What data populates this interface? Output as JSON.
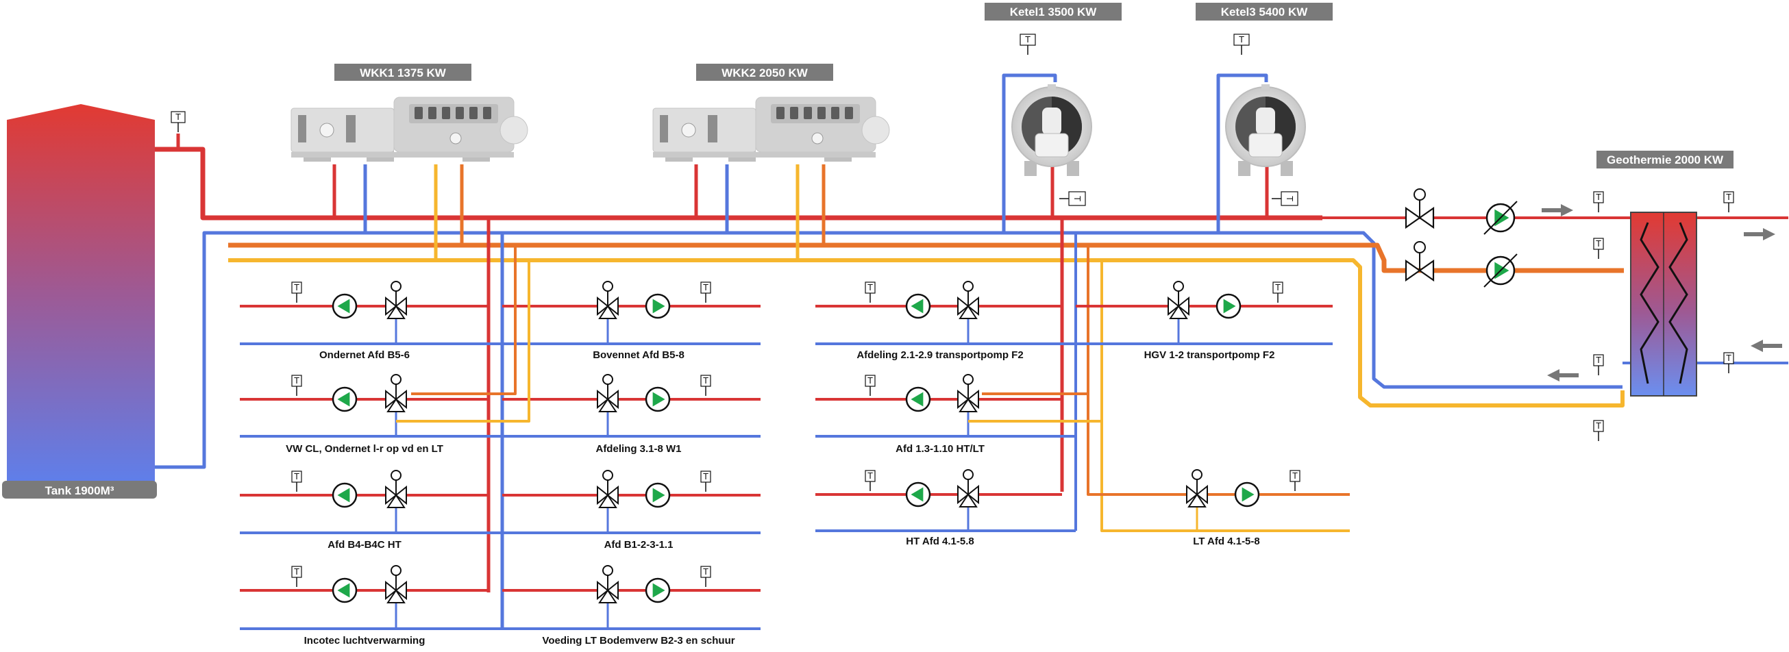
{
  "colors": {
    "hot": "#d93535",
    "cold": "#5577dd",
    "mid": "#e8742a",
    "low": "#f6b62e",
    "pump": "#1ea84a",
    "title_bg": "#7a7a7a",
    "machine": "#d8d8d8"
  },
  "tank": {
    "label": "Tank 1900M³"
  },
  "wkk1": {
    "label": "WKK1 1375 KW"
  },
  "wkk2": {
    "label": "WKK2 2050 KW"
  },
  "ketel1": {
    "label": "Ketel1 3500 KW"
  },
  "ketel3": {
    "label": "Ketel3 5400 KW"
  },
  "geo": {
    "label": "Geothermie 2000 KW"
  },
  "sensor_text": "T",
  "icons": {
    "sensor": "temperature-sensor-icon",
    "pump": "pump-icon",
    "valve3": "three-way-valve-icon",
    "valve2": "two-way-valve-icon",
    "boiler": "boiler-icon",
    "chp": "chp-engine-icon",
    "hex": "heat-exchanger-icon",
    "arrow": "flow-arrow-icon"
  },
  "circuits": {
    "c1": "Ondernet Afd B5-6",
    "c2": "Bovennet Afd B5-8",
    "c3": "VW CL, Ondernet l-r op vd en LT",
    "c4": "Afdeling 3.1-8 W1",
    "c5": "Afd B4-B4C HT",
    "c6": "Afd B1-2-3-1.1",
    "c7": "Incotec luchtverwarming",
    "c8": "Voeding LT Bodemverw B2-3 en schuur",
    "c9": "Afdeling 2.1-2.9 transportpomp F2",
    "c10": "HGV 1-2 transportpomp F2",
    "c11": "Afd 1.3-1.10 HT/LT",
    "c12": "HT Afd 4.1-5.8",
    "c13": "LT Afd 4.1-5-8"
  }
}
